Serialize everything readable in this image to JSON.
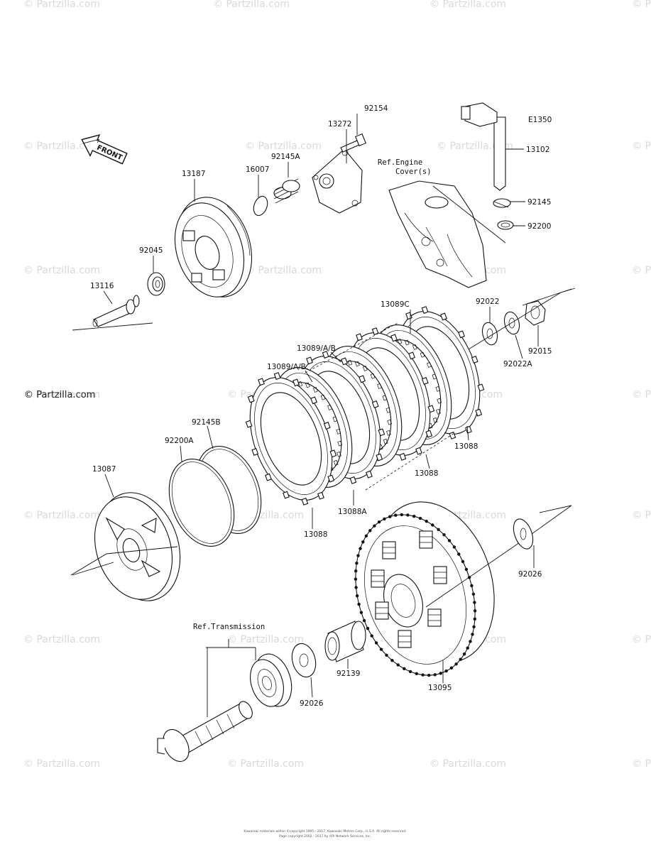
{
  "diagram_code": "E1350",
  "watermarks": [
    "© Partzilla.com",
    "© Partzilla.com",
    "© Partzilla.com",
    "© Partzilla.com",
    "© Partzilla.com",
    "© Partzilla.com",
    "© Partzilla.com",
    "© Partzilla.com",
    "© Partzilla.com",
    "© Partzilla.com",
    "© Partzilla.com",
    "© Partzilla.com",
    "© Partzilla.com",
    "© Partzilla.com",
    "© Partzilla.com",
    "© Partzilla.com",
    "© Partzilla.com",
    "© Partzilla.com",
    "© Partzilla.com",
    "© Partzilla.com",
    "© Partzilla.com",
    "© Partzilla.com",
    "© Partzilla.com",
    "© Partzilla.com",
    "© Partzilla.com",
    "© Partzilla.com",
    "© Partzilla.com",
    "© Partzilla.com"
  ],
  "watermark_main": "© Partzilla.com",
  "front_label": "FRONT",
  "ref_engine": [
    "Ref.Engine",
    "Cover(s)"
  ],
  "ref_transmission": "Ref.Transmission",
  "labels": {
    "p92154": "92154",
    "p13272": "13272",
    "p92145A": "92145A",
    "p16007": "16007",
    "p13187": "13187",
    "p92045": "92045",
    "p13116": "13116",
    "p13102": "13102",
    "p92145": "92145",
    "p92200": "92200",
    "p92022": "92022",
    "p92022A": "92022A",
    "p92015": "92015",
    "p13089C": "13089C",
    "p13089AB_1": "13089/A/B",
    "p13089AB_2": "13089/A/B.",
    "p92145B": "92145B",
    "p92200A": "92200A",
    "p13087": "13087",
    "p13088_a": "13088",
    "p13088_b": "13088",
    "p13088A": "13088A",
    "p13088_c": "13088",
    "p92026_a": "92026",
    "p13095": "13095",
    "p92139": "92139",
    "p92026_b": "92026"
  },
  "copyright": [
    "Kawasaki materials within ©copyright 1995 - 2017, Kawasaki Motors Corp., U.S.A. All rights reserved.",
    "Page copyright 2002 - 2017 by ARI Network Services, Inc."
  ]
}
